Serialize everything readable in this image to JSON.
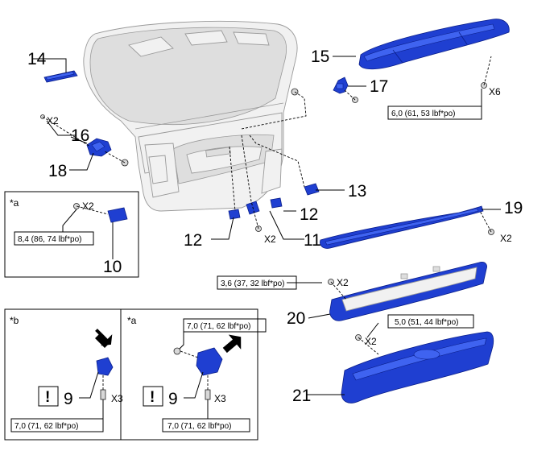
{
  "callouts": {
    "n9a": "9",
    "n9b": "9",
    "n10": "10",
    "n11": "11",
    "n12a": "12",
    "n12b": "12",
    "n13": "13",
    "n14": "14",
    "n15": "15",
    "n16": "16",
    "n17": "17",
    "n18": "18",
    "n19": "19",
    "n20": "20",
    "n21": "21"
  },
  "quantities": {
    "x2_16": "X2",
    "x2_10": "X2",
    "x2_11": "X2",
    "x2_19": "X2",
    "x2_20": "X2",
    "x2_21": "X2",
    "x6_15": "X6",
    "x3_b": "X3",
    "x3_a": "X3"
  },
  "torque": {
    "t15": "6,0 (61, 53 lbf*po)",
    "t10": "8,4 (86, 74 lbf*po)",
    "t20": "3,6 (37, 32 lbf*po)",
    "t21": "5,0 (51, 44 lbf*po)",
    "t_a_top": "7,0 (71, 62 lbf*po)",
    "t_b_bottom": "7,0 (71, 62 lbf*po)",
    "t_a_bottom": "7,0 (71, 62 lbf*po)"
  },
  "insets": {
    "a1_label": "*a",
    "b_label": "*b",
    "a2_label": "*a",
    "bang": "!"
  },
  "colors": {
    "part": "#1f3fd1",
    "gate": "#f1f1f1"
  }
}
